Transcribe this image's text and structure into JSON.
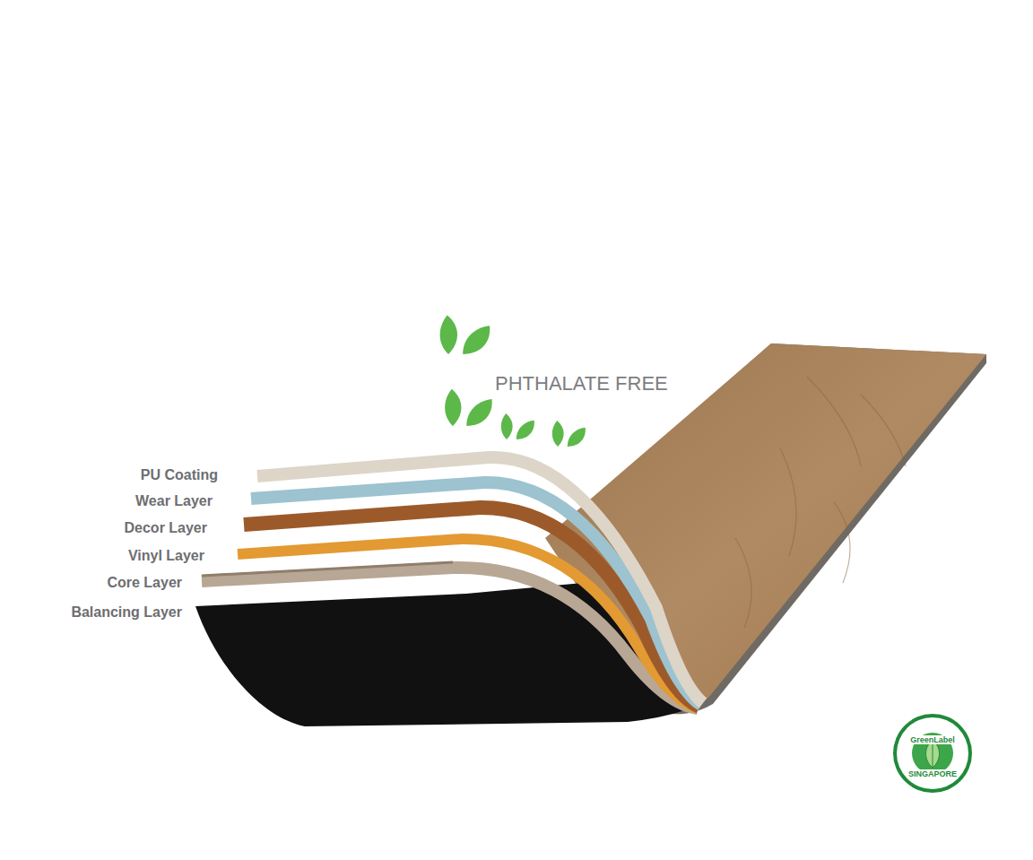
{
  "diagram": {
    "labels": [
      "PU Coating",
      "Wear Layer",
      "Decor Layer",
      "Vinyl Layer",
      "Core Layer",
      "Balancing Layer",
      "PHTHALATE FREE",
      "GreenLabel",
      "SINGAPORE"
    ]
  }
}
